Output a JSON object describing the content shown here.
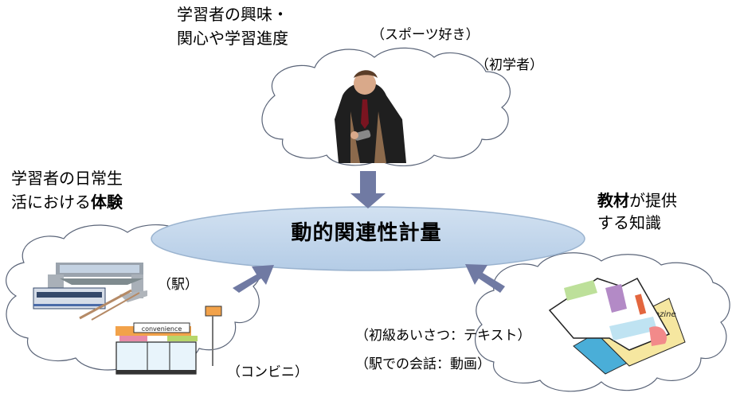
{
  "diagram": {
    "center": {
      "label": "動的関連性計量",
      "fill": "#bcd3ea",
      "stroke": "#9ab3cf"
    },
    "arrow_color": "#707aa3",
    "top_cloud": {
      "heading": [
        "学習者の興味・",
        "関心や学習進度"
      ],
      "notes": [
        "（スポーツ好き）",
        "（初学者）"
      ],
      "image": "businessman-using-pda"
    },
    "left_cloud": {
      "heading_line1": "学習者の日常生",
      "heading_line2_plain": "活における",
      "heading_line2_bold": "体験",
      "notes": [
        "（駅）",
        "（コンビニ）"
      ],
      "images": [
        "train-station",
        "convenience-store"
      ],
      "store_sign": "convenience"
    },
    "right_cloud": {
      "heading_line1_bold": "教材",
      "heading_line1_plain": "が提供",
      "heading_line2": "する知識",
      "notes": [
        "（初級あいさつ：テキスト）",
        "（駅での会話：動画）"
      ],
      "image": "magazines",
      "magazine_label": "azine"
    }
  }
}
